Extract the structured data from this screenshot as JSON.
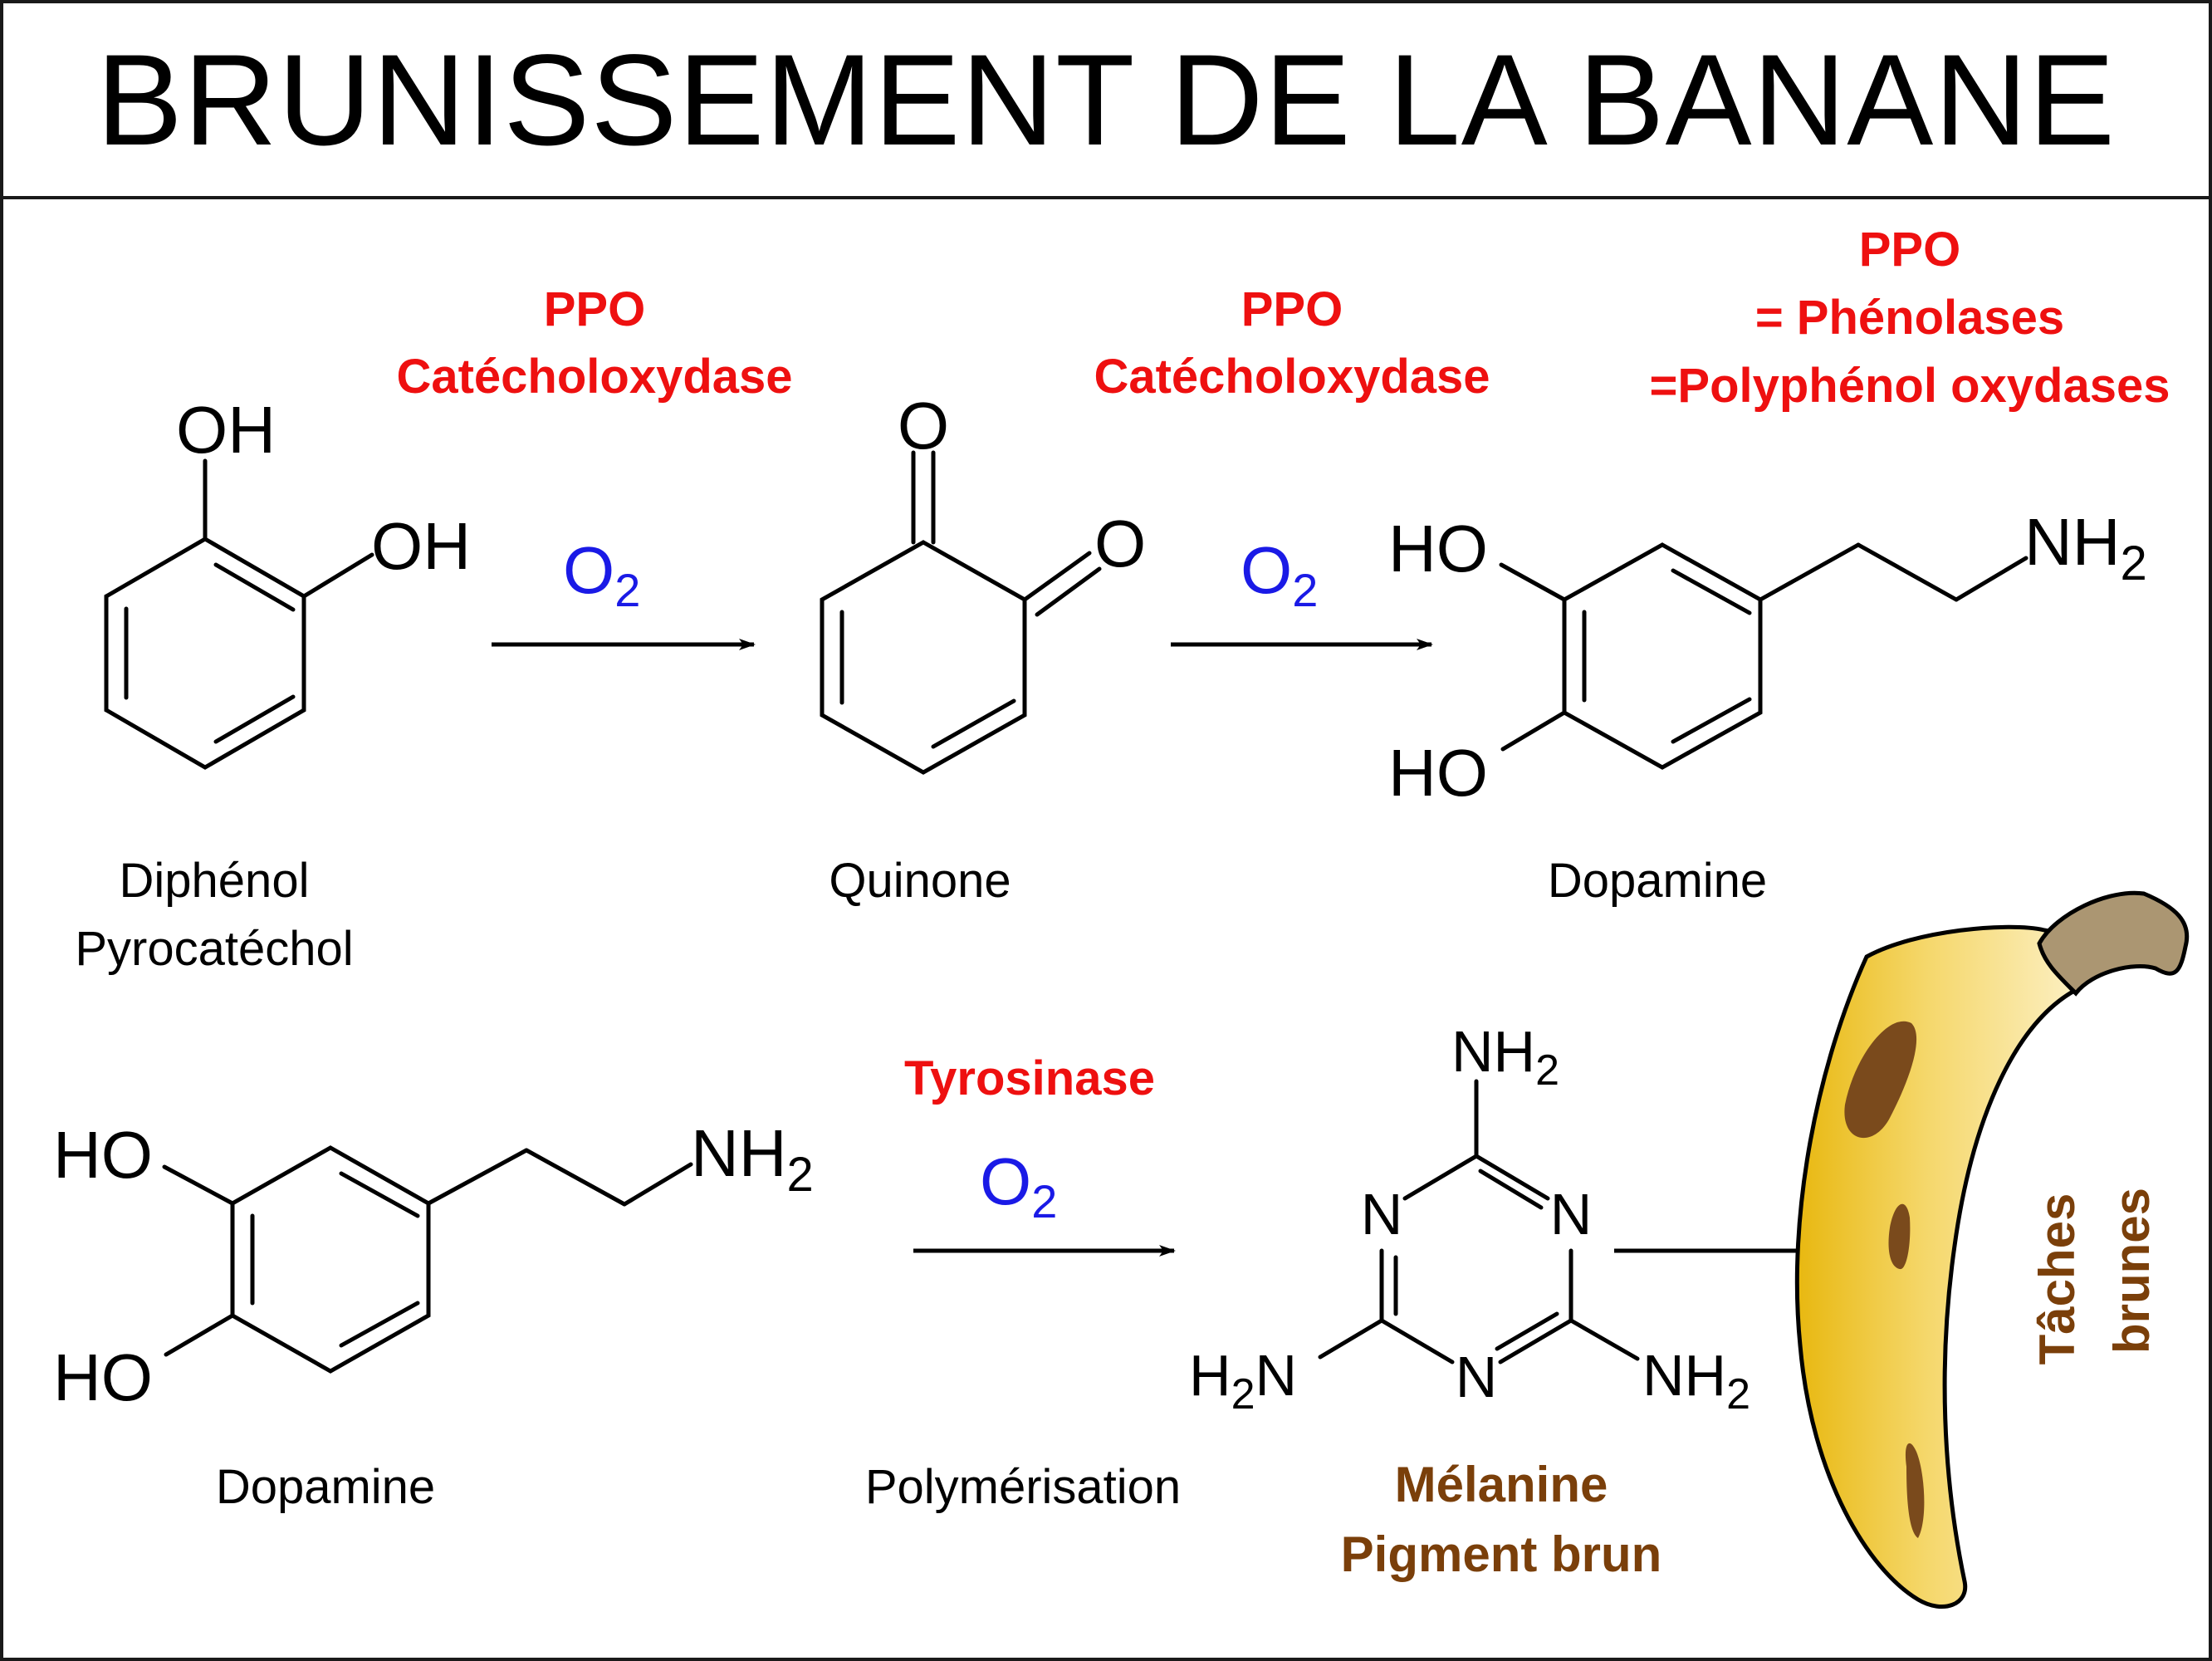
{
  "title": "BRUNISSEMENT DE LA BANANE",
  "colors": {
    "enzyme": "#ee1010",
    "oxygen": "#1a1ae6",
    "brown_text": "#7a3f0a",
    "banana_yellow": "#f7de82",
    "banana_stem": "#ab9672",
    "spots": "#7a4a1c"
  },
  "atoms": {
    "oh": "OH",
    "ho": "HO",
    "o": "O",
    "nh": "NH",
    "n": "N",
    "h": "H",
    "sub2": "2"
  },
  "reaction1": {
    "enzyme_line1": "PPO",
    "enzyme_line2": "Catécholoxydase",
    "reagent": "O",
    "reagent_sub": "2"
  },
  "reaction2": {
    "enzyme_line1": "PPO",
    "enzyme_line2": "Catécholoxydase",
    "reagent": "O",
    "reagent_sub": "2"
  },
  "ppo_note": {
    "line1": "PPO",
    "line2": "= Phénolases",
    "line3": "=Polyphénol oxydases"
  },
  "reaction3": {
    "enzyme": "Tyrosinase",
    "reagent": "O",
    "reagent_sub": "2",
    "process": "Polymérisation"
  },
  "molecules": {
    "diphenol_line1": "Diphénol",
    "diphenol_line2": "Pyrocatéchol",
    "quinone": "Quinone",
    "dopamine_top": "Dopamine",
    "dopamine_bottom": "Dopamine",
    "melanine_line1": "Mélanine",
    "melanine_line2": "Pigment brun"
  },
  "banana": {
    "label_line1": "Tâches",
    "label_line2": "brunes"
  }
}
